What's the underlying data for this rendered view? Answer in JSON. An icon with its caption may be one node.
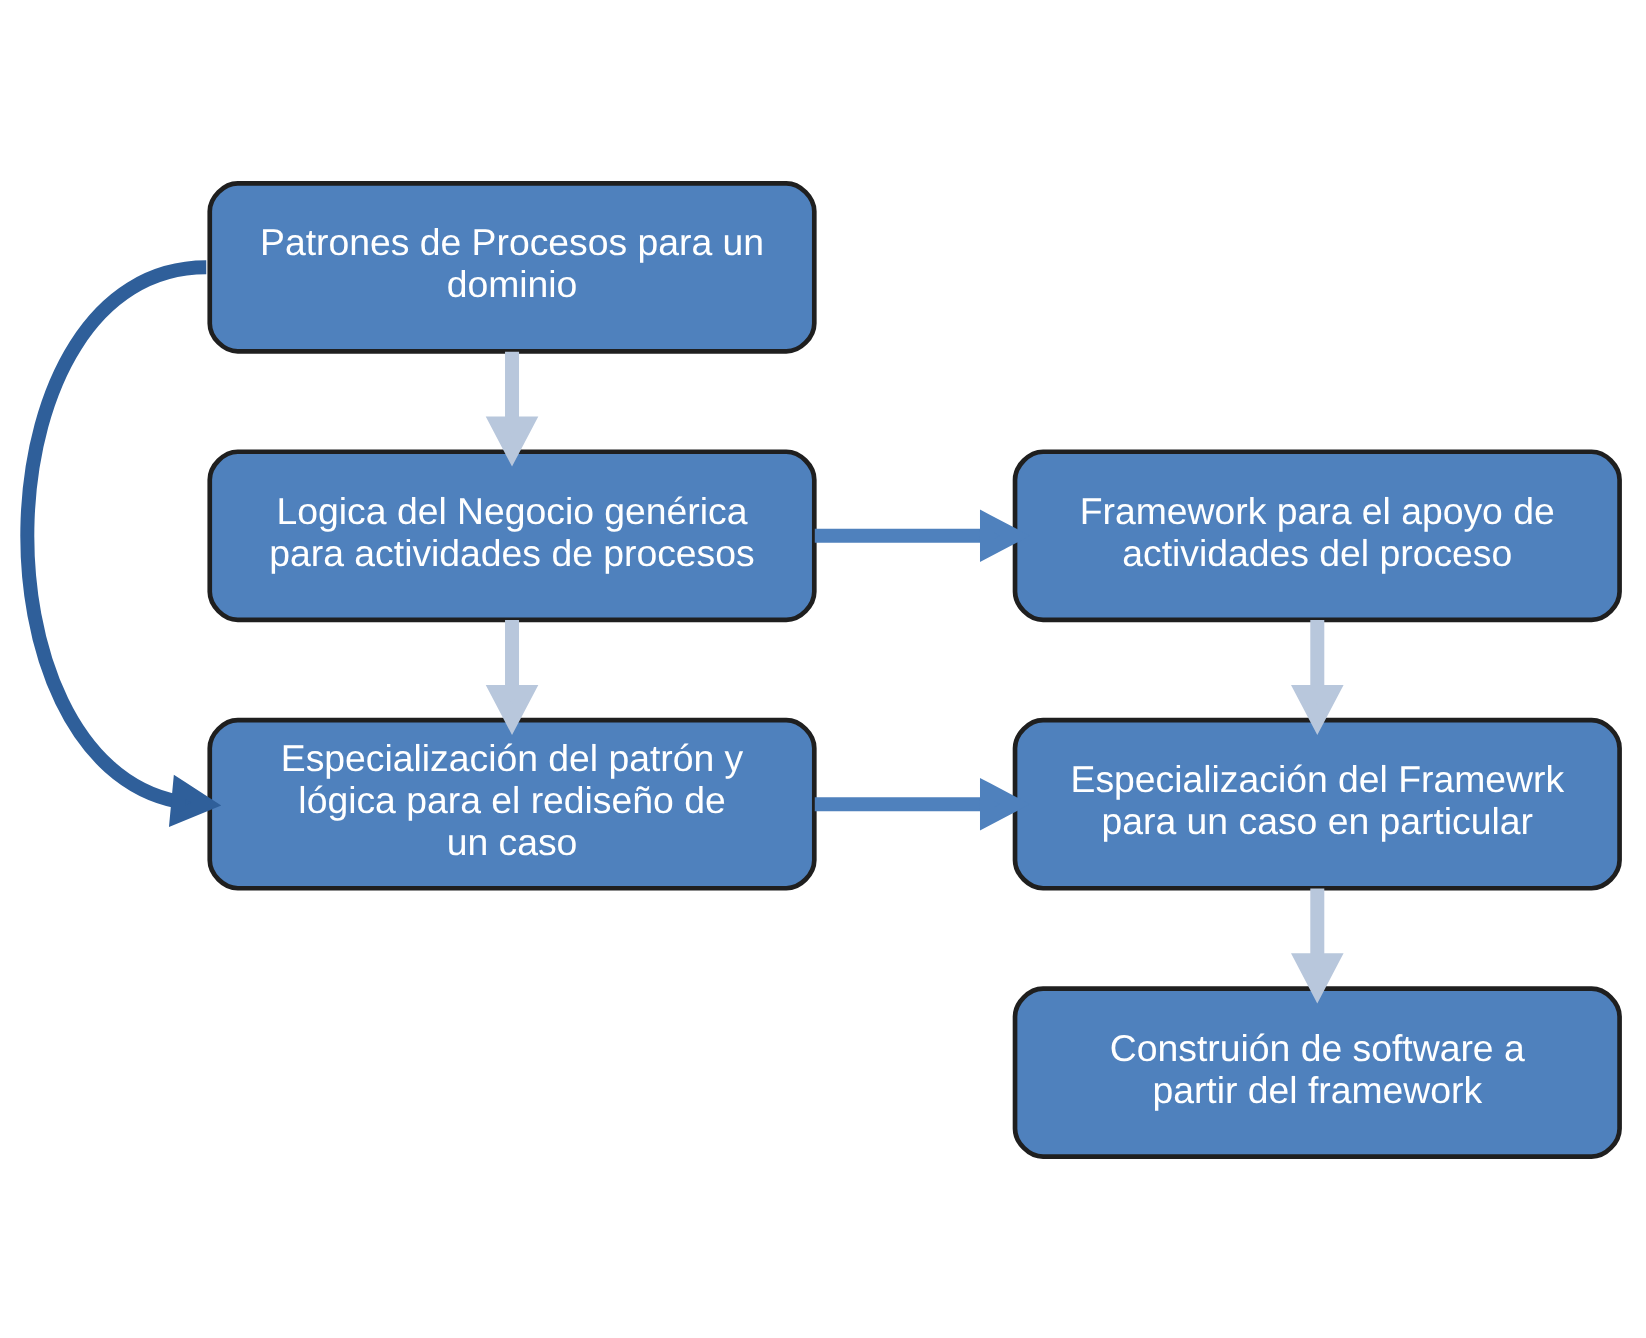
{
  "diagram": {
    "nodes": [
      {
        "text": [
          "Patrones de Procesos para un dominio"
        ]
      },
      {
        "text": [
          "Logica del Negocio genérica para actividades de procesos"
        ]
      },
      {
        "text": [
          "Especialización del patrón y lógica para el rediseño de un caso"
        ]
      },
      {
        "text": [
          "Framework para el apoyo de actividades del proceso"
        ]
      },
      {
        "text": [
          "Especialización del Framewrk para un caso en particular"
        ]
      },
      {
        "text": [
          "Construión de software a partir del framework"
        ]
      }
    ],
    "edges": [
      {
        "from": 0,
        "to": 1,
        "arrow": "to"
      },
      {
        "from": 1,
        "to": 2,
        "arrow": "to"
      },
      {
        "from": 0,
        "to": 2,
        "arrow": "to",
        "color": "#2f5f9a"
      },
      {
        "from": 1,
        "to": 3,
        "arrow": "to",
        "color": "#4f81bd"
      },
      {
        "from": 2,
        "to": 4,
        "arrow": "to",
        "color": "#4f81bd"
      },
      {
        "from": 3,
        "to": 4,
        "arrow": "to"
      },
      {
        "from": 4,
        "to": 5,
        "arrow": "to"
      }
    ]
  }
}
